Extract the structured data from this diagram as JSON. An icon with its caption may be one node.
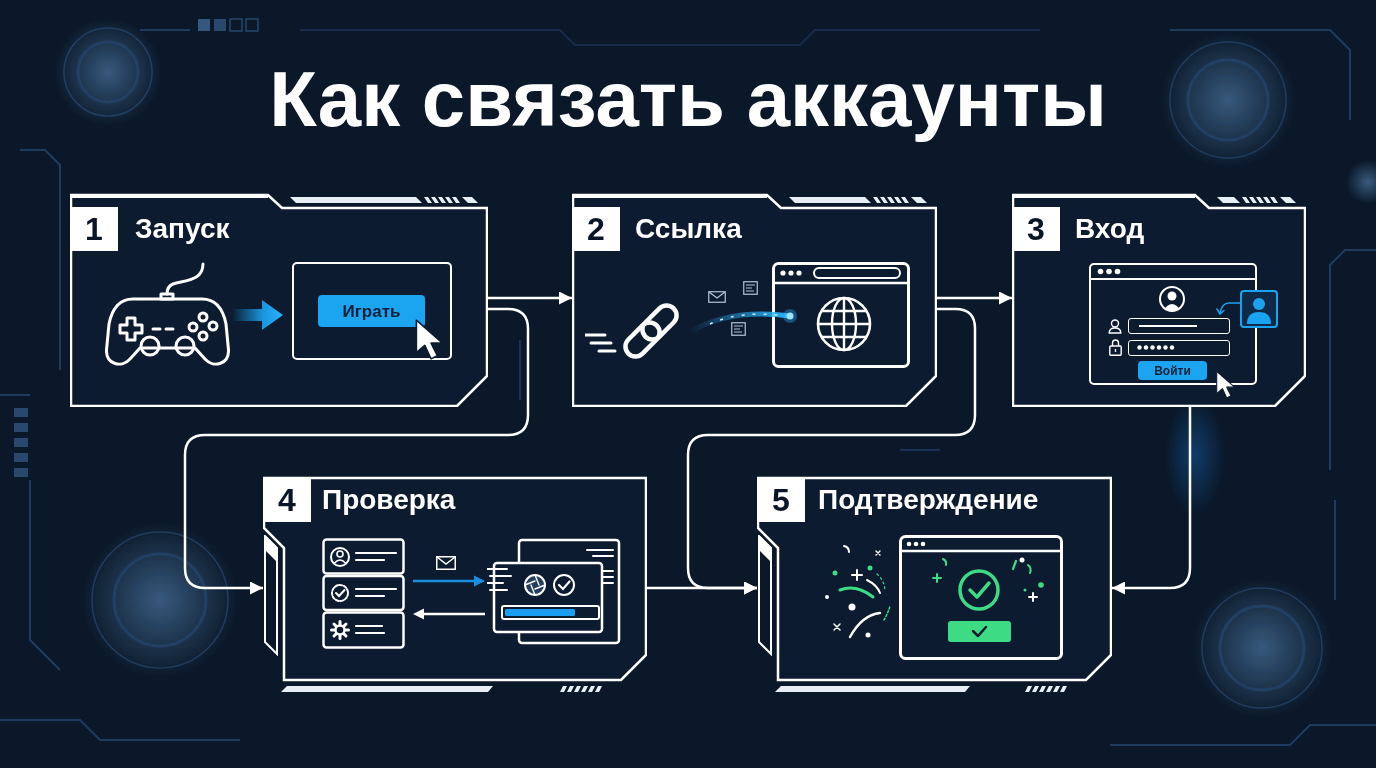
{
  "diagram": {
    "title": "Как связать аккаунты",
    "nodes": [
      {
        "text": [
          "1",
          "Запуск"
        ]
      },
      {
        "text": [
          "Играть"
        ],
        "in": 0
      },
      {
        "text": [
          "2",
          "Ссылка"
        ]
      },
      {
        "text": [
          "3",
          "Вход"
        ]
      },
      {
        "text": [
          "Войти"
        ],
        "in": 3
      },
      {
        "text": [
          "4",
          "Проверка"
        ]
      },
      {
        "text": [
          "5",
          "Подтверждение"
        ]
      }
    ],
    "edges": [
      {
        "from": 0,
        "to": 2,
        "arrow": "to"
      },
      {
        "from": 0,
        "to": 5,
        "arrow": "to"
      },
      {
        "from": 2,
        "to": 3,
        "arrow": "to"
      },
      {
        "from": 2,
        "to": 6,
        "arrow": "to"
      },
      {
        "from": 3,
        "to": 6,
        "arrow": "to"
      },
      {
        "from": 5,
        "to": 6,
        "arrow": "to"
      }
    ]
  }
}
